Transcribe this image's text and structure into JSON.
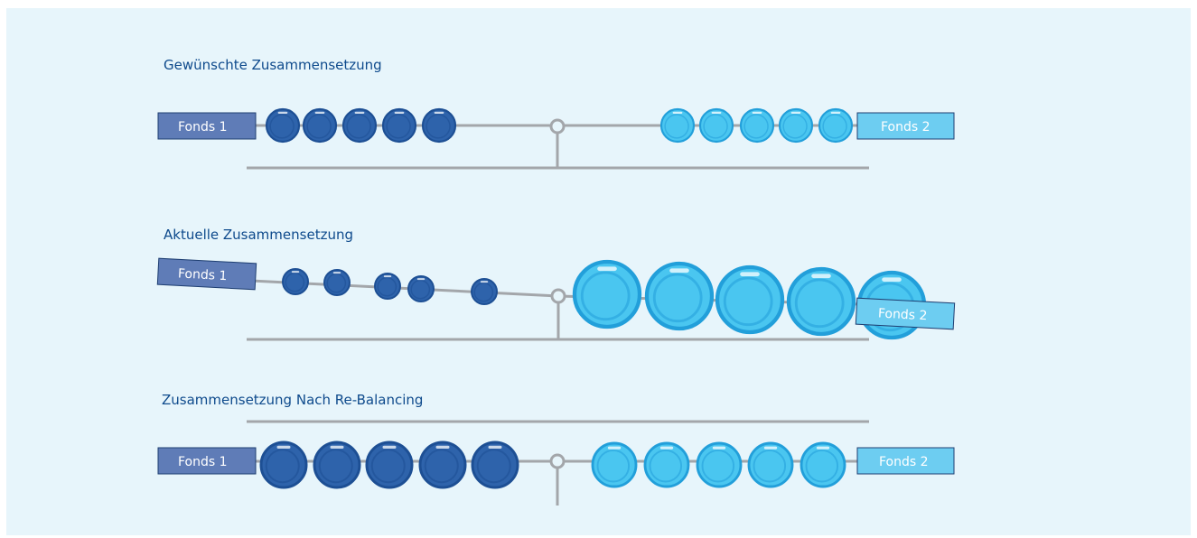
{
  "colors": {
    "background": "#e7f5fb",
    "title": "#0e4a8c",
    "line": "#a3a6aa",
    "fund1_label_fill": "#5f7cb7",
    "fund1_ball": "#2e63ab",
    "fund1_ball_rim": "#1d4f94",
    "fund2_label_fill": "#6dcdf1",
    "fund2_ball": "#4ac6f0",
    "fund2_ball_rim": "#229fda"
  },
  "panels": [
    {
      "title": "Gewünschte Zusammensetzung",
      "left_label": "Fonds 1",
      "right_label": "Fonds 2",
      "state": "balanced"
    },
    {
      "title": "Aktuelle Zusammensetzung",
      "left_label": "Fonds 1",
      "right_label": "Fonds 2",
      "state": "tilted toward Fonds 2"
    },
    {
      "title": "Zusammensetzung Nach Re-Balancing",
      "left_label": "Fonds 1",
      "right_label": "Fonds 2",
      "state": "balanced"
    }
  ]
}
